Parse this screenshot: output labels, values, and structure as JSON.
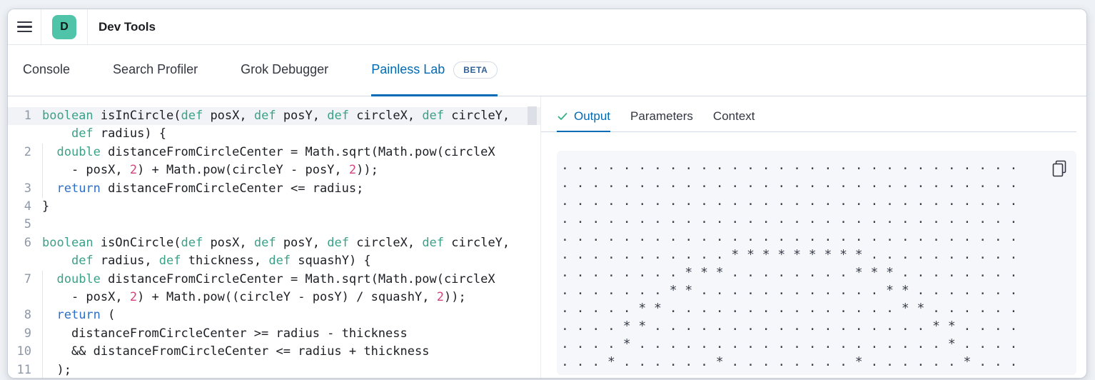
{
  "header": {
    "app_initial": "D",
    "title": "Dev Tools"
  },
  "tabs": [
    {
      "label": "Console",
      "active": false
    },
    {
      "label": "Search Profiler",
      "active": false
    },
    {
      "label": "Grok Debugger",
      "active": false
    },
    {
      "label": "Painless Lab",
      "active": true,
      "badge": "BETA"
    }
  ],
  "colors": {
    "accent_blue": "#006bb4",
    "logo_teal": "#4fc4a9",
    "keyword_teal": "#3ba188",
    "number_pink": "#d5417f",
    "return_blue": "#2e6fc7",
    "check_green": "#35b187",
    "output_bg": "#f5f7fa"
  },
  "editor": {
    "rows": [
      {
        "n": "1",
        "active": true,
        "g": false,
        "s": [
          [
            "k",
            "boolean"
          ],
          [
            "p",
            " isInCircle("
          ],
          [
            "k",
            "def"
          ],
          [
            "p",
            " posX, "
          ],
          [
            "k",
            "def"
          ],
          [
            "p",
            " posY, "
          ],
          [
            "k",
            "def"
          ],
          [
            "p",
            " circleX, "
          ],
          [
            "k",
            "def"
          ],
          [
            "p",
            " circleY,"
          ]
        ]
      },
      {
        "n": "",
        "g": false,
        "s": [
          [
            "p",
            "    "
          ],
          [
            "k",
            "def"
          ],
          [
            "p",
            " radius) {"
          ]
        ]
      },
      {
        "n": "2",
        "g": true,
        "s": [
          [
            "p",
            "  "
          ],
          [
            "k",
            "double"
          ],
          [
            "p",
            " distanceFromCircleCenter = Math.sqrt(Math.pow(circleX"
          ]
        ]
      },
      {
        "n": "",
        "g": true,
        "s": [
          [
            "p",
            "    - posX, "
          ],
          [
            "n",
            "2"
          ],
          [
            "p",
            ") + Math.pow(circleY - posY, "
          ],
          [
            "n",
            "2"
          ],
          [
            "p",
            "));"
          ]
        ]
      },
      {
        "n": "3",
        "g": true,
        "s": [
          [
            "p",
            "  "
          ],
          [
            "r",
            "return"
          ],
          [
            "p",
            " distanceFromCircleCenter <= radius;"
          ]
        ]
      },
      {
        "n": "4",
        "g": false,
        "s": [
          [
            "p",
            "}"
          ]
        ]
      },
      {
        "n": "5",
        "g": false,
        "s": []
      },
      {
        "n": "6",
        "g": false,
        "s": [
          [
            "k",
            "boolean"
          ],
          [
            "p",
            " isOnCircle("
          ],
          [
            "k",
            "def"
          ],
          [
            "p",
            " posX, "
          ],
          [
            "k",
            "def"
          ],
          [
            "p",
            " posY, "
          ],
          [
            "k",
            "def"
          ],
          [
            "p",
            " circleX, "
          ],
          [
            "k",
            "def"
          ],
          [
            "p",
            " circleY,"
          ]
        ]
      },
      {
        "n": "",
        "g": false,
        "s": [
          [
            "p",
            "    "
          ],
          [
            "k",
            "def"
          ],
          [
            "p",
            " radius, "
          ],
          [
            "k",
            "def"
          ],
          [
            "p",
            " thickness, "
          ],
          [
            "k",
            "def"
          ],
          [
            "p",
            " squashY) {"
          ]
        ]
      },
      {
        "n": "7",
        "g": true,
        "s": [
          [
            "p",
            "  "
          ],
          [
            "k",
            "double"
          ],
          [
            "p",
            " distanceFromCircleCenter = Math.sqrt(Math.pow(circleX"
          ]
        ]
      },
      {
        "n": "",
        "g": true,
        "s": [
          [
            "p",
            "    - posX, "
          ],
          [
            "n",
            "2"
          ],
          [
            "p",
            ") + Math.pow((circleY - posY) / squashY, "
          ],
          [
            "n",
            "2"
          ],
          [
            "p",
            "));"
          ]
        ]
      },
      {
        "n": "8",
        "g": true,
        "s": [
          [
            "p",
            "  "
          ],
          [
            "r",
            "return"
          ],
          [
            "p",
            " ("
          ]
        ]
      },
      {
        "n": "9",
        "g": true,
        "s": [
          [
            "p",
            "    distanceFromCircleCenter >= radius - thickness"
          ]
        ]
      },
      {
        "n": "10",
        "g": true,
        "s": [
          [
            "p",
            "    && distanceFromCircleCenter <= radius + thickness"
          ]
        ]
      },
      {
        "n": "11",
        "g": true,
        "s": [
          [
            "p",
            "  );"
          ]
        ]
      }
    ]
  },
  "output_panel": {
    "tabs": [
      {
        "label": "Output",
        "active": true,
        "check": true
      },
      {
        "label": "Parameters",
        "active": false
      },
      {
        "label": "Context",
        "active": false
      }
    ],
    "ascii_rows": [
      ". . . . . . . . . . . . . . . . . . . . . . . . . . . . . .",
      ". . . . . . . . . . . . . . . . . . . . . . . . . . . . . .",
      ". . . . . . . . . . . . . . . . . . . . . . . . . . . . . .",
      ". . . . . . . . . . . . . . . . . . . . . . . . . . . . . .",
      ". . . . . . . . . . . . . . . . . . . . . . . . . . . . . .",
      ". . . . . . . . . . . * * * * * * * * * . . . . . . . . . .",
      ". . . . . . . . * * * . . . . . . . . * * * . . . . . . . .",
      ". . . . . . . * * . . . . . . . . . . . . * * . . . . . . .",
      ". . . . . * * . . . . . . . . . . . . . . . * * . . . . . .",
      ". . . . * * . . . . . . . . . . . . . . . . . . * * . . . .",
      ". . . . * . . . . . . . . . . . . . . . . . . . . * . . . .",
      ". . . * . . . . . . * . . . . . . . . * . . . . . . * . . ."
    ]
  }
}
